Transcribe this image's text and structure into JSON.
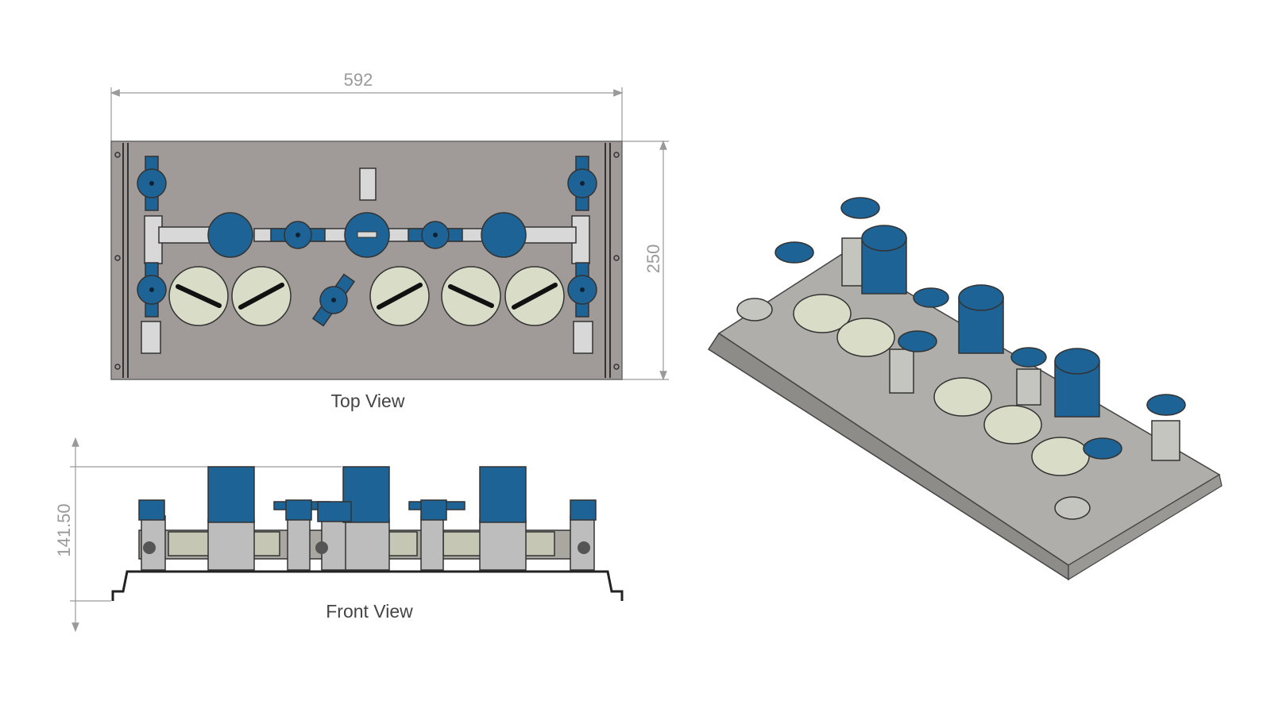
{
  "dimensions": {
    "width": "592",
    "depth": "250",
    "height": "141.50"
  },
  "views": {
    "top": "Top View",
    "front": "Front View"
  },
  "colors": {
    "panel": "#a09b98",
    "valve_blue": "#1e6395",
    "gauge_face": "#d9dcc6",
    "fitting": "#d8d8d8"
  }
}
